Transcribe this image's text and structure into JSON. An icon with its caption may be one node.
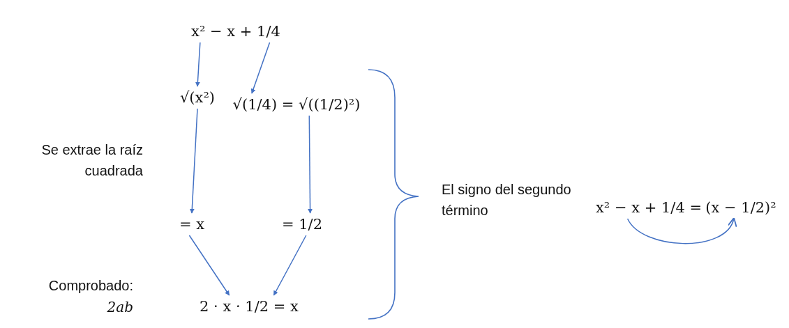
{
  "diagram": {
    "nodes": [
      {
        "text": [
          "x² − x + 1/4"
        ]
      },
      {
        "text": [
          "√(x²)"
        ]
      },
      {
        "text": [
          "√(1/4) = √((1/2)²)"
        ]
      },
      {
        "text": [
          "= x"
        ]
      },
      {
        "text": [
          "= 1/2"
        ]
      },
      {
        "text": [
          "2 · x · 1/2 = x"
        ]
      },
      {
        "text": [
          "x² − x + 1/4 ="
        ]
      },
      {
        "text": [
          "(x − 1/2)²"
        ]
      }
    ],
    "edges": [
      {
        "from": 0,
        "to": 1,
        "arrow": "to"
      },
      {
        "from": 0,
        "to": 2,
        "arrow": "to"
      },
      {
        "from": 1,
        "to": 3,
        "arrow": "to"
      },
      {
        "from": 2,
        "to": 4,
        "arrow": "to"
      },
      {
        "from": 3,
        "to": 5,
        "arrow": "to"
      },
      {
        "from": 4,
        "to": 5,
        "arrow": "to"
      },
      {
        "from": 6,
        "to": 7,
        "arrow": "to"
      }
    ],
    "labels": [
      "Se extrae la raíz cuadrada",
      "El signo del segundo término",
      "Comprobado:",
      "2ab"
    ]
  }
}
